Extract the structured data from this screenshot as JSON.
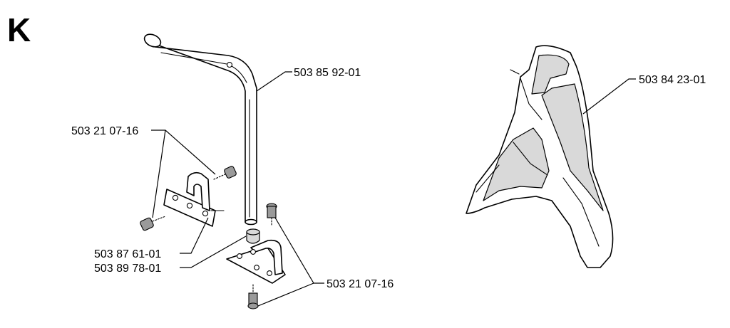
{
  "section": {
    "letter": "K"
  },
  "labels": {
    "tube": "503 85 92-01",
    "bolt_upper": "503 21 07-16",
    "bracket_upper": "503 87 61-01",
    "spacer": "503 89 78-01",
    "bolt_lower": "503 21 07-16",
    "guard": "503 84 23-01"
  },
  "colors": {
    "line": "#000000",
    "background": "#ffffff",
    "shade": "#d9d9d9"
  }
}
